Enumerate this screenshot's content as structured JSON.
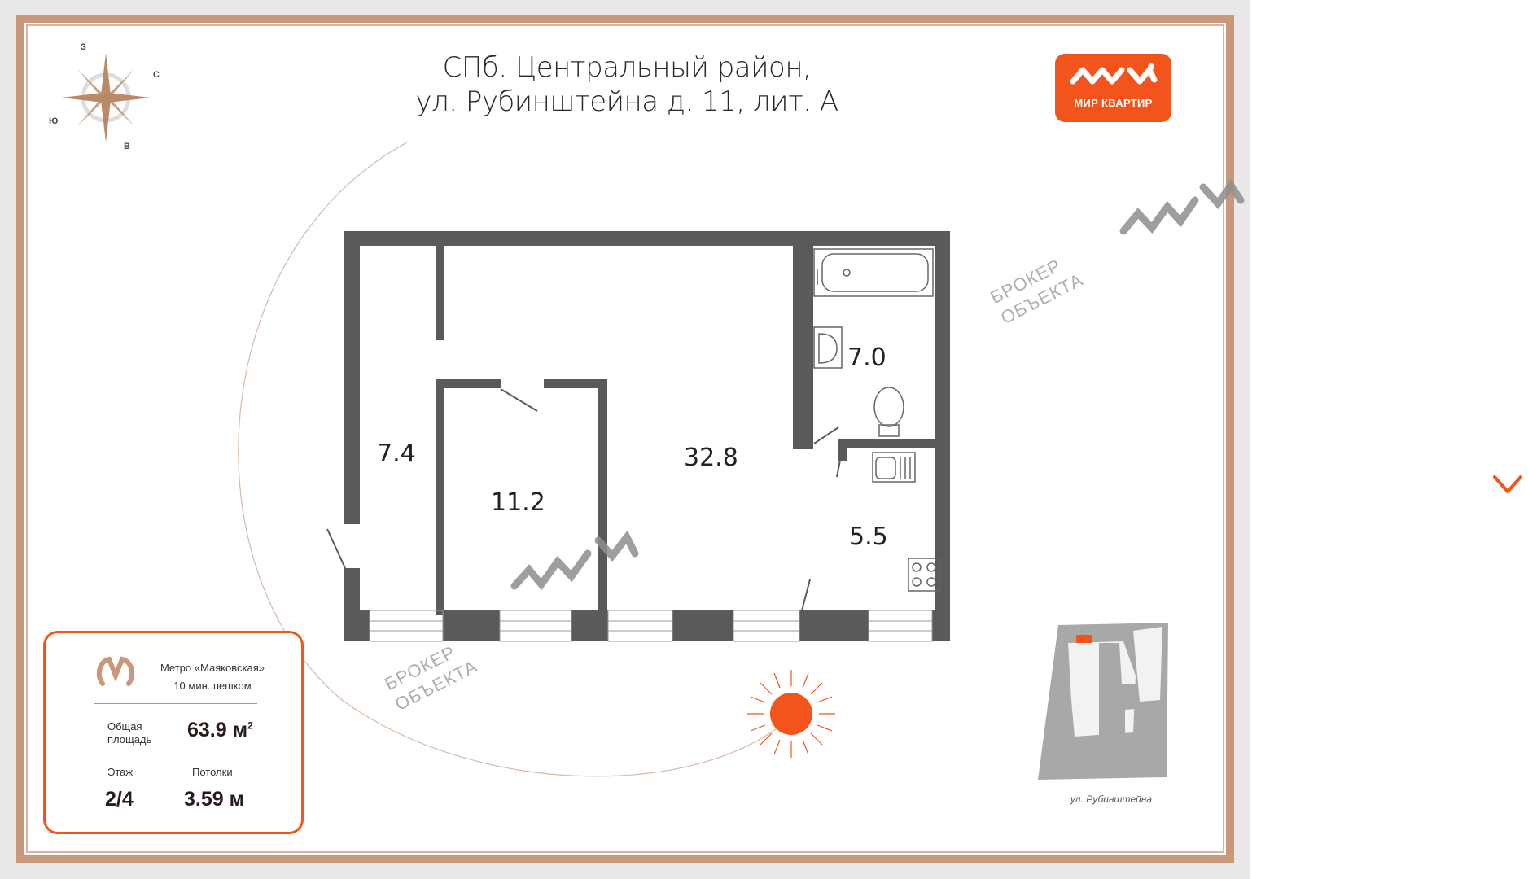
{
  "title": {
    "line1": "СПб. Центральный район,",
    "line2": "ул. Рубинштейна д. 11, лит. А"
  },
  "logo": {
    "text": "МИР КВАРТИР",
    "color": "#f2541b"
  },
  "compass": {
    "north": "З",
    "east": "С",
    "south": "В",
    "west": "Ю"
  },
  "rooms": [
    {
      "area": "7.4"
    },
    {
      "area": "11.2"
    },
    {
      "area": "32.8"
    },
    {
      "area": "7.0"
    },
    {
      "area": "5.5"
    }
  ],
  "watermark": {
    "line1": "БРОКЕР",
    "line2": "ОБЪЕКТА"
  },
  "info": {
    "metro_line1": "Метро «Маяковская»",
    "metro_line2": "10 мин. пешком",
    "total_area_label_line1": "Общая",
    "total_area_label_line2": "площадь",
    "total_area_value": "63.9 м",
    "total_area_sup": "2",
    "floor_label": "Этаж",
    "floor_value": "2/4",
    "ceiling_label": "Потолки",
    "ceiling_value": "3.59 м"
  },
  "site_plan": {
    "street": "ул. Рубинштейна"
  },
  "colors": {
    "frame": "#c9977a",
    "accent": "#f2541b",
    "wall": "#5a5a5a"
  },
  "nav_arrow_icon": "chevron-right-icon"
}
